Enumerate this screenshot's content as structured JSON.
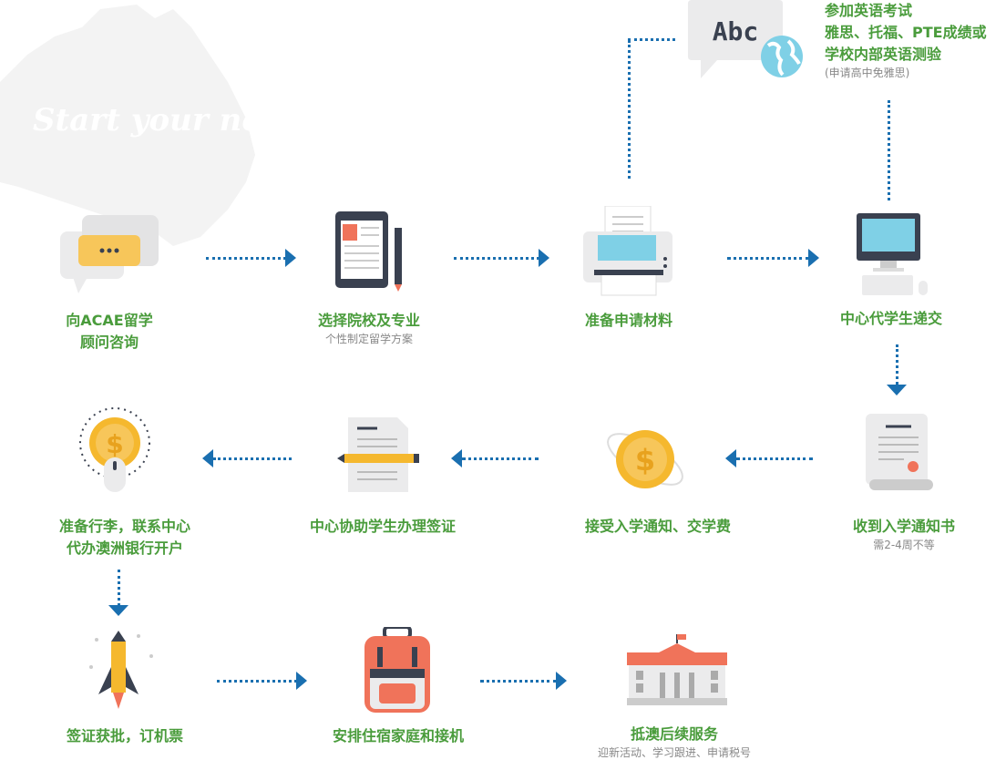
{
  "background": {
    "slogan": "Start your new life..."
  },
  "english_test": {
    "lines": [
      "参加英语考试",
      "雅思、托福、PTE成绩或",
      "学校内部英语测验"
    ],
    "note": "(申请高中免雅思)",
    "icon_text": "Abc"
  },
  "steps": [
    {
      "title_lines": [
        "向ACAE留学",
        "顾问咨询"
      ],
      "icon": "chat-bubble-icon"
    },
    {
      "title_lines": [
        "选择院校及专业"
      ],
      "sub": "个性制定留学方案",
      "icon": "tablet-pencil-icon"
    },
    {
      "title_lines": [
        "准备申请材料"
      ],
      "icon": "printer-icon"
    },
    {
      "title_lines": [
        "中心代学生递交"
      ],
      "icon": "computer-icon"
    },
    {
      "title_lines": [
        "收到入学通知书"
      ],
      "sub": "需2-4周不等",
      "icon": "certificate-icon"
    },
    {
      "title_lines": [
        "接受入学通知、交学费"
      ],
      "icon": "dollar-coin-icon"
    },
    {
      "title_lines": [
        "中心协助学生办理签证"
      ],
      "icon": "document-pencil-icon"
    },
    {
      "title_lines": [
        "准备行李，联系中心",
        "代办澳洲银行开户"
      ],
      "icon": "dollar-bulb-icon"
    },
    {
      "title_lines": [
        "签证获批，订机票"
      ],
      "icon": "rocket-pencil-icon"
    },
    {
      "title_lines": [
        "安排住宿家庭和接机"
      ],
      "icon": "backpack-icon"
    },
    {
      "title_lines": [
        "抵澳后续服务"
      ],
      "sub": "迎新活动、学习跟进、申请税号",
      "icon": "university-building-icon"
    }
  ],
  "colors": {
    "title": "#4a9c3c",
    "arrow": "#1a6fb0",
    "subtext": "#888888",
    "coin": "#f5b82e",
    "accent_red": "#f0735a",
    "accent_blue": "#7fd0e6"
  }
}
